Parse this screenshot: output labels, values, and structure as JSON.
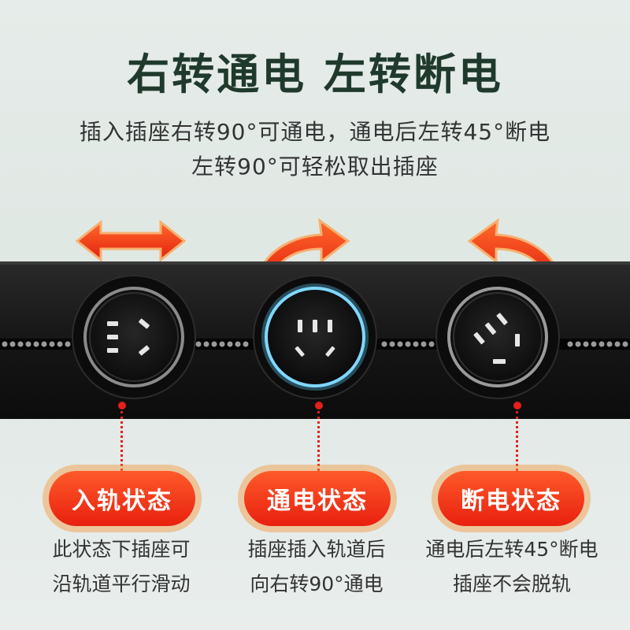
{
  "header": {
    "title": "右转通电 左转断电",
    "subtitle_line1": "插入插座右转90°可通电，通电后左转45°断电",
    "subtitle_line2": "左转90°可轻松取出插座"
  },
  "states": [
    {
      "label": "入轨状态",
      "desc_line1": "此状态下插座可",
      "desc_line2": "沿轨道平行滑动",
      "icon": "double-arrow-icon"
    },
    {
      "label": "通电状态",
      "desc_line1": "插座插入轨道后",
      "desc_line2": "向右转90°通电",
      "icon": "curved-arrow-right-icon"
    },
    {
      "label": "断电状态",
      "desc_line1": "通电后左转45°断电",
      "desc_line2": "插座不会脱轨",
      "icon": "curved-arrow-left-icon"
    }
  ],
  "colors": {
    "title": "#1f3a2c",
    "accent_red": "#e32019",
    "pill_glow": "#f5963c",
    "active_ring": "#5ec8f0",
    "rail": "#1b1b1b"
  }
}
